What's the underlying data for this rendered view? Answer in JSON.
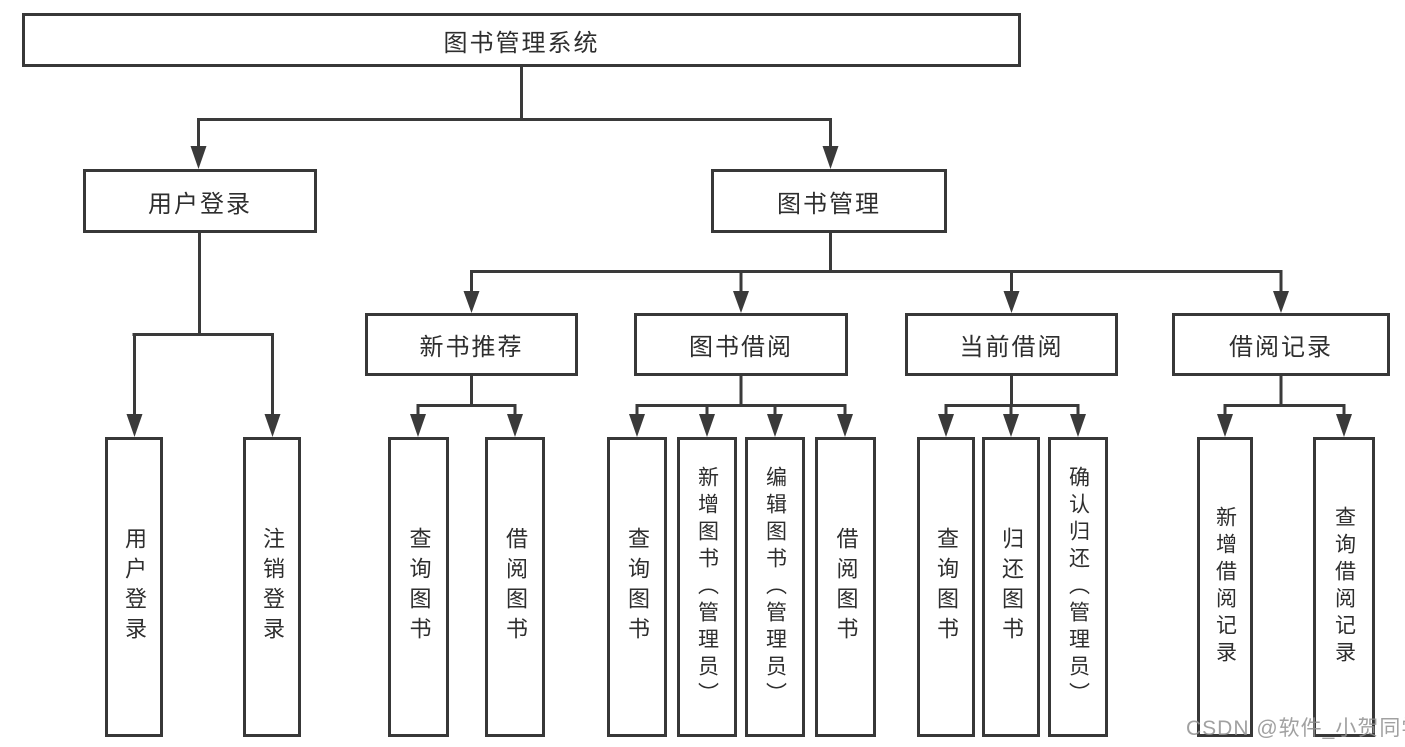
{
  "diagram": {
    "type": "hierarchy-tree",
    "title": "图书管理系统",
    "colors": {
      "line": "#3a3a3a",
      "border": "#383838",
      "text": "#2e2e2e",
      "background": "#ffffff",
      "watermark": "#919191"
    }
  },
  "tree": {
    "root": {
      "label": "图书管理系统"
    },
    "branches": [
      {
        "label": "用户登录",
        "leaves": [
          "用户登录",
          "注销登录"
        ]
      },
      {
        "label": "图书管理",
        "children": [
          {
            "label": "新书推荐",
            "leaves": [
              "查询图书",
              "借阅图书"
            ]
          },
          {
            "label": "图书借阅",
            "leaves": [
              "查询图书",
              "新增图书（管理员）",
              "编辑图书（管理员）",
              "借阅图书"
            ]
          },
          {
            "label": "当前借阅",
            "leaves": [
              "查询图书",
              "归还图书",
              "确认归还（管理员）"
            ]
          },
          {
            "label": "借阅记录",
            "leaves": [
              "新增借阅记录",
              "查询借阅记录"
            ]
          }
        ]
      }
    ]
  },
  "watermark": {
    "text": "CSDN @软件_小贺同学"
  }
}
